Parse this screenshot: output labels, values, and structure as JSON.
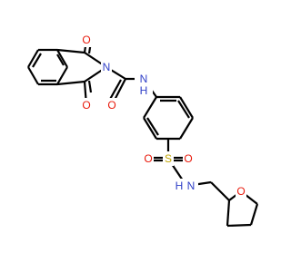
{
  "atom_colors": {
    "O": "#e8190b",
    "N": "#2e3ec7",
    "S": "#c0a400"
  },
  "atoms": [
    {
      "id": "o1",
      "label": "O",
      "element": "O"
    },
    {
      "id": "n_imide",
      "label": "N",
      "element": "N"
    },
    {
      "id": "o2",
      "label": "O",
      "element": "O"
    },
    {
      "id": "o_amide",
      "label": "O",
      "element": "O"
    },
    {
      "id": "n_amide",
      "label": "N",
      "element": "N"
    },
    {
      "id": "h_amide",
      "label": "H",
      "element": "N"
    },
    {
      "id": "s",
      "label": "S",
      "element": "S"
    },
    {
      "id": "o_s_left",
      "label": "O",
      "element": "O"
    },
    {
      "id": "o_s_right",
      "label": "O",
      "element": "O"
    },
    {
      "id": "n_sulfonamide",
      "label": "N",
      "element": "N"
    },
    {
      "id": "h_sulfonamide",
      "label": "H",
      "element": "N"
    },
    {
      "id": "o_ring",
      "label": "O",
      "element": "O"
    }
  ]
}
